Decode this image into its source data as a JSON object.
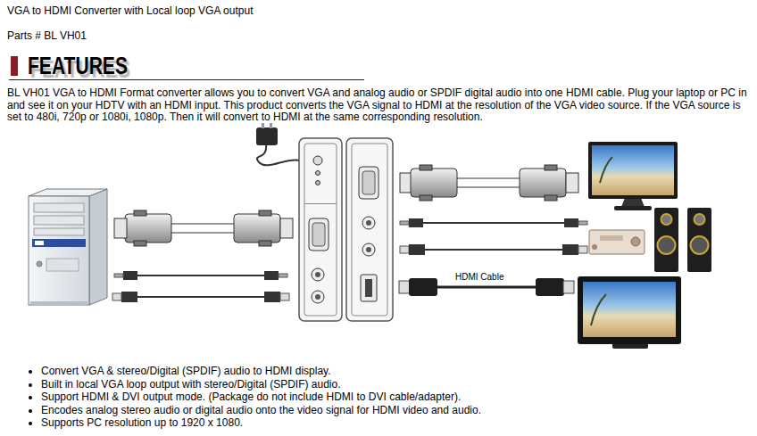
{
  "diagram": {
    "title": "VGA to HDMI Converter with Local loop VGA output",
    "labels": [
      "Parts # BL VH01",
      "FEATURES",
      "BL VH01 VGA to HDMI Format converter allows you to convert VGA and analog audio or SPDIF digital audio into one HDMI cable. Plug your laptop or PC in and see it on your HDTV with an HDMI input. This product converts the VGA signal to HDMI at the resolution of the VGA video source. If the VGA source is set to 480i, 720p or 1080i, 1080p. Then it will convert to HDMI at the same corresponding resolution.",
      "HDMI Cable",
      "Convert VGA & stereo/Digital (SPDIF) audio to HDMI display.",
      "Built in local VGA loop output with stereo/Digital (SPDIF) audio.",
      "Support HDMI & DVI output mode. (Package do not include HDMI to DVI cable/adapter).",
      "Encodes analog stereo audio or digital audio onto the video signal for HDMI video and audio.",
      "Supports PC resolution up to 1920 x 1080."
    ]
  }
}
